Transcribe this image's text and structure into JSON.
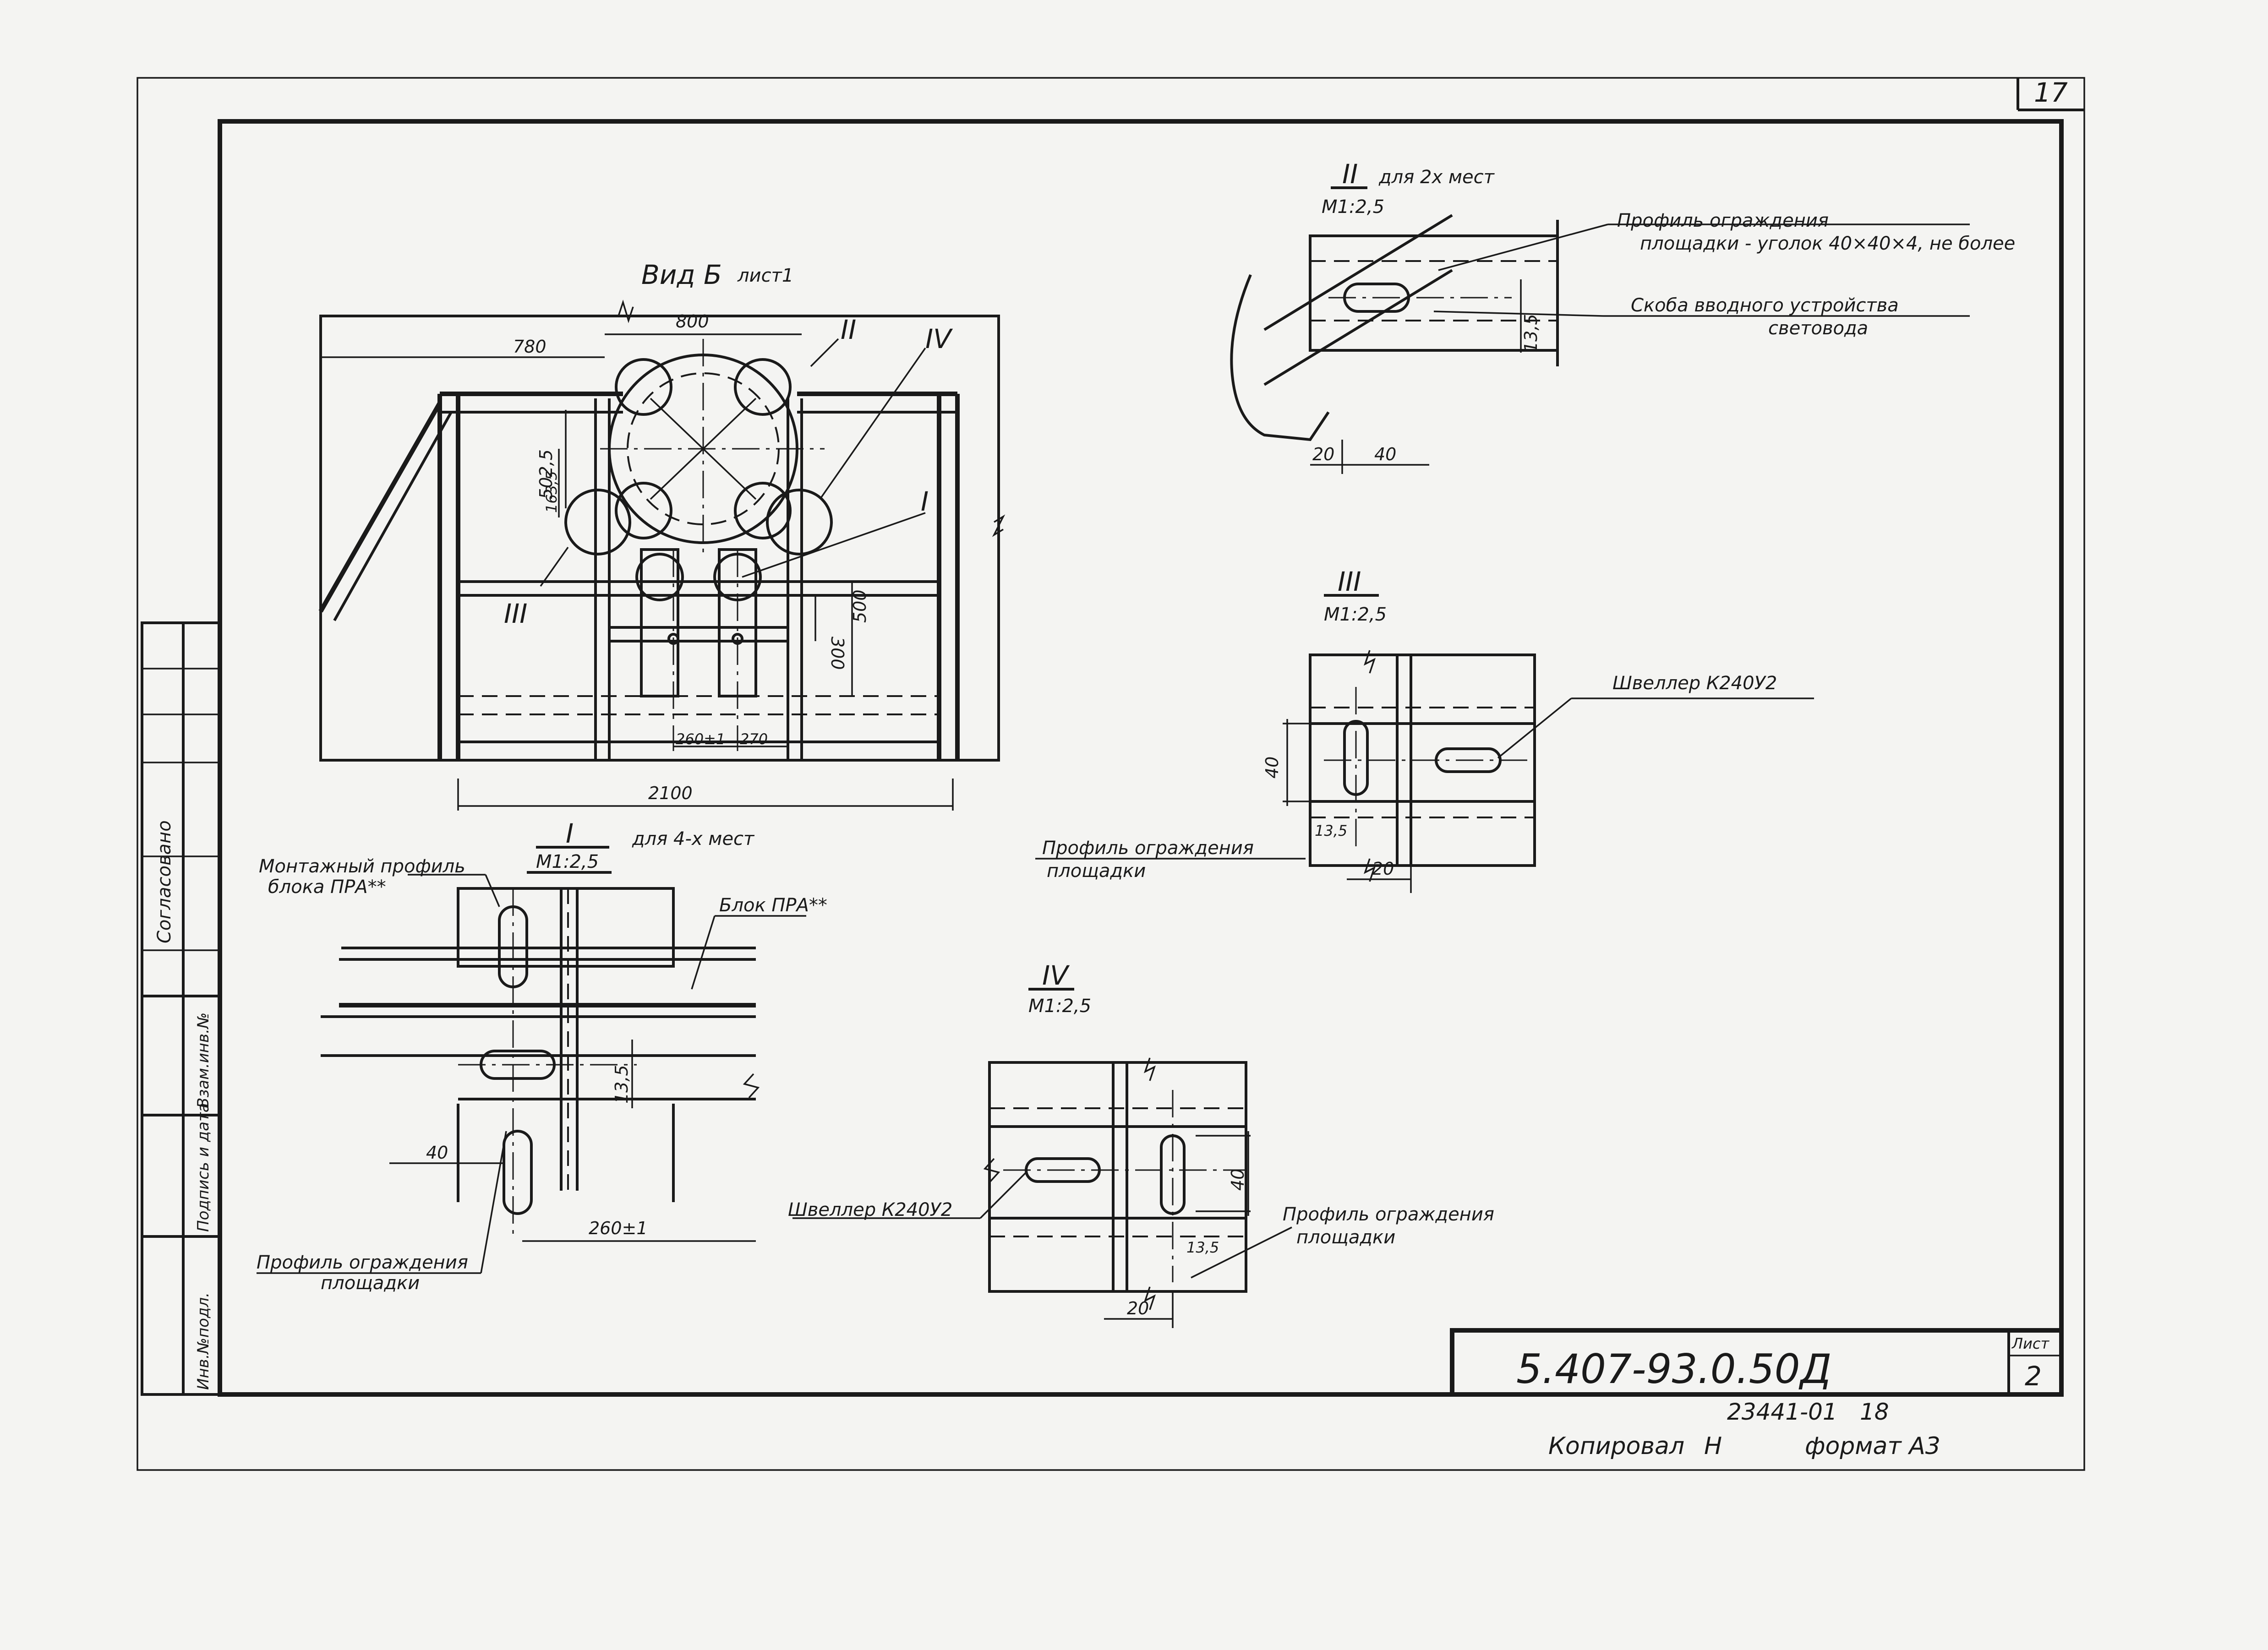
{
  "page_number": "17",
  "sheet_label": "Лист",
  "sheet_number": "2",
  "doc_code": "5.407-93.0.50Д",
  "archive_number": "23441-01",
  "archive_page": "18",
  "footer_copied": "Копировал",
  "footer_copied_sign": "Н",
  "footer_format": "формат А3",
  "side_stamp": {
    "agreed": "Согласовано",
    "inv_original": "Инв.№подл.",
    "sign_date": "Подпись и дата",
    "replaces": "Взам.инв.№"
  },
  "view_b": {
    "title": "Вид Б",
    "ref": "лист1",
    "dims": {
      "d780": "780",
      "d800": "800",
      "d502": "502,5",
      "d163": "163,5",
      "d300": "300",
      "d500": "500",
      "d260": "260±1",
      "d270": "270",
      "d2100": "2100"
    },
    "callouts": {
      "II": "II",
      "IV": "IV",
      "III": "III",
      "I": "I"
    }
  },
  "detail_I": {
    "title": "I",
    "places": "для 4-х мест",
    "scale": "М1:2,5",
    "label_mount_1": "Монтажный профиль",
    "label_mount_2": "блока ПРА**",
    "label_block": "Блок ПРА**",
    "label_profile_1": "Профиль ограждения",
    "label_profile_2": "площадки",
    "dim_135": "13,5",
    "dim_40": "40",
    "dim_260": "260±1"
  },
  "detail_II": {
    "title": "II",
    "places": "для 2х мест",
    "scale": "М1:2,5",
    "label_profile_1": "Профиль ограждения",
    "label_profile_2": "площадки - уголок 40×40×4, не более",
    "label_bracket_1": "Скоба вводного устройства",
    "label_bracket_2": "световода",
    "dim_135": "13,5",
    "dim_20": "20",
    "dim_40": "40"
  },
  "detail_III": {
    "title": "III",
    "scale": "М1:2,5",
    "label_channel": "Швеллер К240У2",
    "label_profile_1": "Профиль ограждения",
    "label_profile_2": "площадки",
    "dim_40": "40",
    "dim_135": "13,5",
    "dim_20": "20"
  },
  "detail_IV": {
    "title": "IV",
    "scale": "М1:2,5",
    "label_channel": "Швеллер К240У2",
    "label_profile_1": "Профиль ограждения",
    "label_profile_2": "площадки",
    "dim_40": "40",
    "dim_135": "13,5",
    "dim_20": "20"
  }
}
